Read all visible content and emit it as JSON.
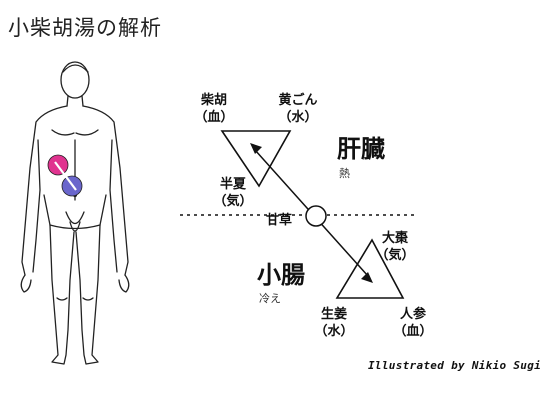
{
  "title": "小柴胡湯の解析",
  "herbs": {
    "saiko": {
      "name": "柴胡",
      "element": "（血）"
    },
    "ogon": {
      "name": "黄ごん",
      "element": "（水）"
    },
    "hange": {
      "name": "半夏",
      "element": "（気）"
    },
    "kanzo": {
      "name": "甘草"
    },
    "taiso": {
      "name": "大棗",
      "element": "（気）"
    },
    "shokyo": {
      "name": "生姜",
      "element": "（水）"
    },
    "ninjin": {
      "name": "人参",
      "element": "（血）"
    }
  },
  "organs": {
    "liver": {
      "name": "肝臓",
      "state": "熱"
    },
    "intestine": {
      "name": "小腸",
      "state": "冷え"
    }
  },
  "credit": "Illustrated by Nikio Sugi",
  "colors": {
    "marker_top": "#e0338f",
    "marker_bottom": "#6a66cc",
    "line": "#111111"
  }
}
